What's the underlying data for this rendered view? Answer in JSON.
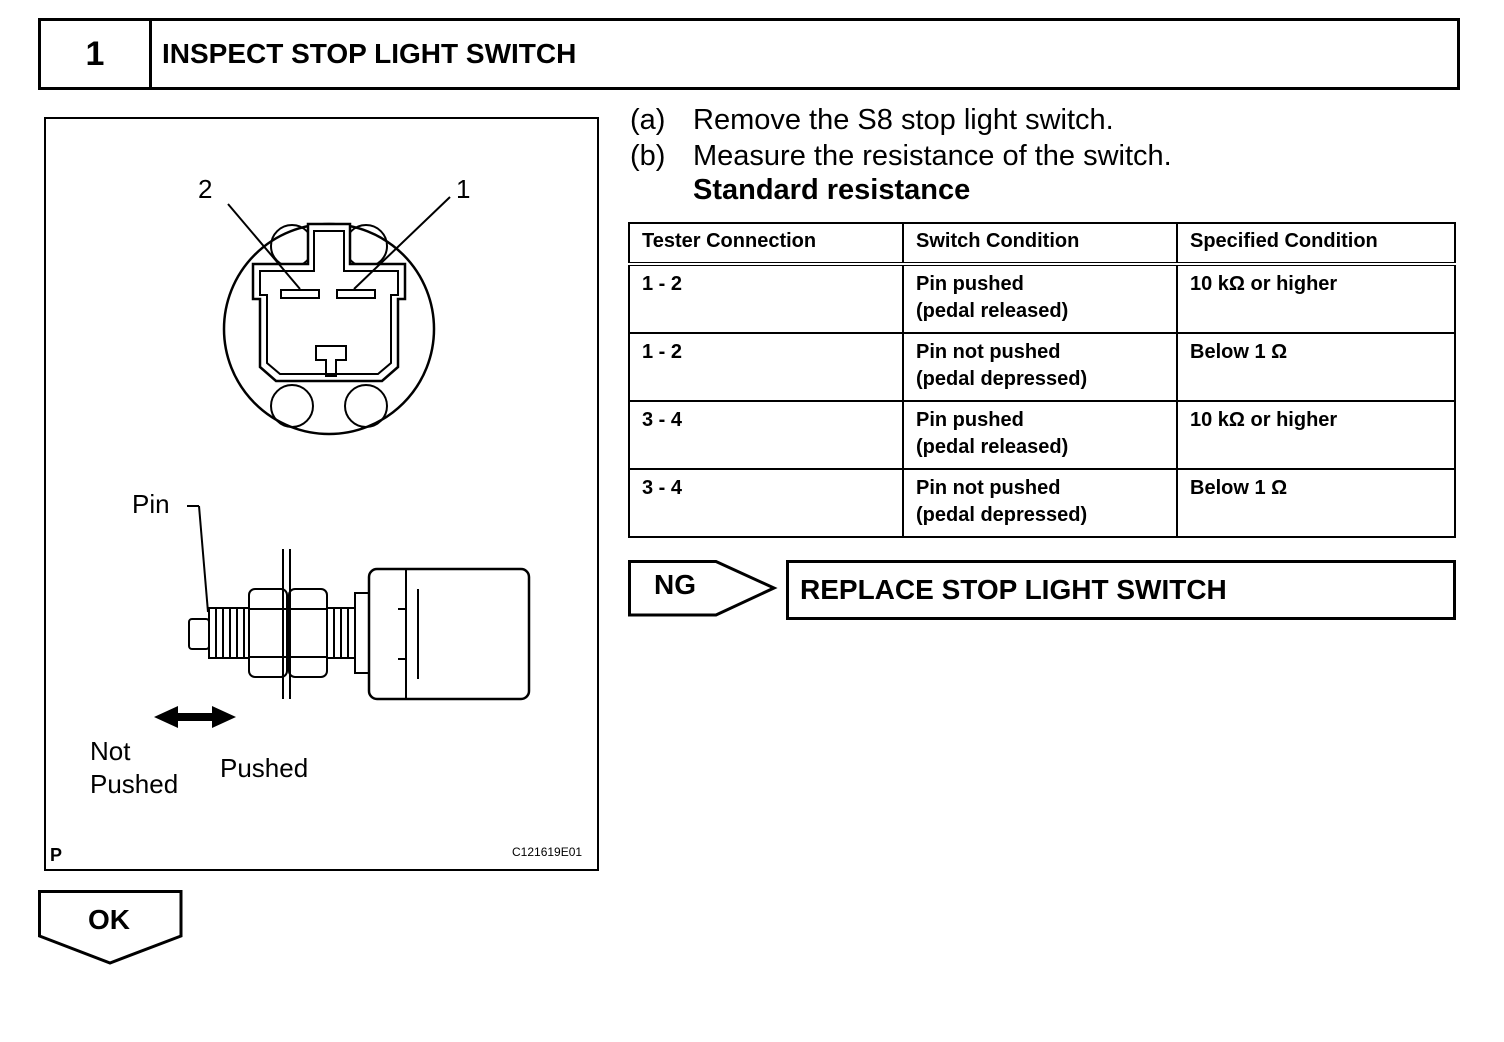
{
  "header": {
    "step_number": "1",
    "title": "INSPECT STOP LIGHT SWITCH"
  },
  "figure": {
    "terminal_2": "2",
    "terminal_1": "1",
    "pin_label": "Pin",
    "not_pushed_line1": "Not",
    "not_pushed_line2": "Pushed",
    "pushed_label": "Pushed",
    "corner_mark": "P",
    "illustration_code": "C121619E01"
  },
  "steps": [
    {
      "letter": "(a)",
      "text": "Remove the S8 stop light switch."
    },
    {
      "letter": "(b)",
      "text": "Measure the resistance of the switch."
    }
  ],
  "standard_heading": "Standard resistance",
  "table": {
    "headers": [
      "Tester Connection",
      "Switch Condition",
      "Specified Condition"
    ],
    "rows": [
      {
        "connection": "1 - 2",
        "condition_line1": "Pin pushed",
        "condition_line2": "(pedal released)",
        "specified": "10 kΩ or higher"
      },
      {
        "connection": "1 - 2",
        "condition_line1": "Pin not pushed",
        "condition_line2": "(pedal depressed)",
        "specified": "Below 1 Ω"
      },
      {
        "connection": "3 - 4",
        "condition_line1": "Pin pushed",
        "condition_line2": "(pedal released)",
        "specified": "10 kΩ or higher"
      },
      {
        "connection": "3 - 4",
        "condition_line1": "Pin not pushed",
        "condition_line2": "(pedal depressed)",
        "specified": "Below 1 Ω"
      }
    ]
  },
  "ng": {
    "label": "NG",
    "action": "REPLACE STOP LIGHT SWITCH"
  },
  "ok": {
    "label": "OK"
  }
}
